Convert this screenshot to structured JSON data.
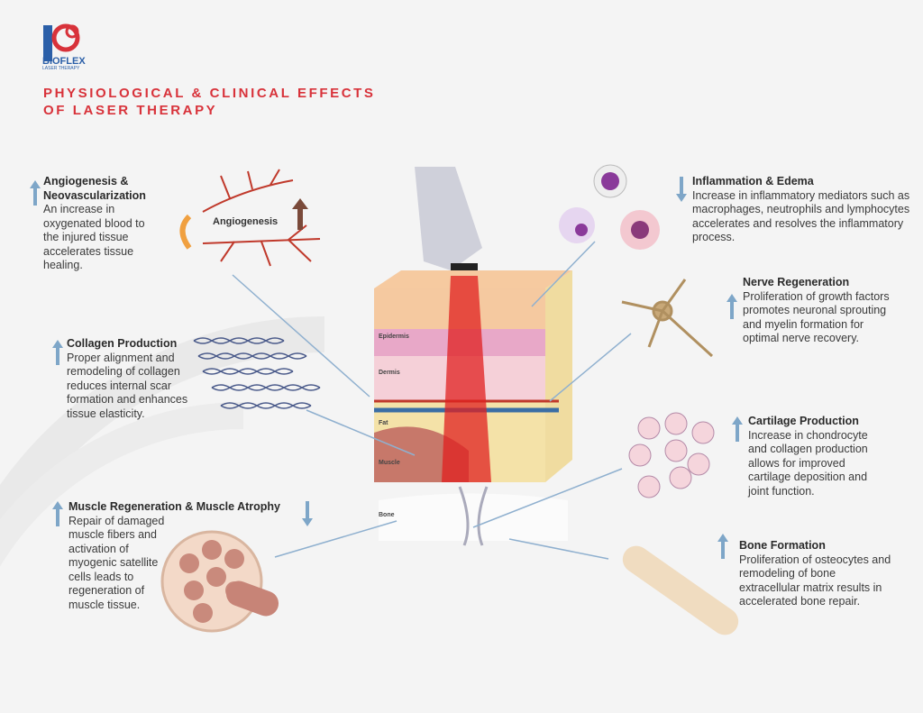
{
  "logo": {
    "brand": "BIOFLEX",
    "sub": "LASER THERAPY"
  },
  "title": {
    "line1": "PHYSIOLOGICAL & CLINICAL EFFECTS",
    "line2": "OF LASER THERAPY"
  },
  "colors": {
    "accent": "#d8323a",
    "arrow": "#7ea6c8",
    "text": "#3a3a3a"
  },
  "effects": [
    {
      "title": "Angiogenesis & Neovascularization",
      "text": "An increase in oxygenated blood to the injured tissue accelerates tissue healing.",
      "direction": "up"
    },
    {
      "title": "Collagen Production",
      "text": "Proper alignment and remodeling of collagen reduces internal scar formation and enhances tissue elasticity.",
      "direction": "up"
    },
    {
      "title": "Muscle Regeneration & Muscle Atrophy",
      "text": "Repair of damaged muscle fibers and activation of myogenic satellite cells leads to regeneration of muscle tissue.",
      "direction": "up-down"
    },
    {
      "title": "Inflammation & Edema",
      "text": "Increase in inflammatory mediators such as macrophages, neutrophils and lymphocytes accelerates and resolves the inflammatory process.",
      "direction": "down"
    },
    {
      "title": "Nerve Regeneration",
      "text": "Proliferation of growth factors promotes neuronal sprouting and myelin formation for optimal nerve recovery.",
      "direction": "up"
    },
    {
      "title": "Cartilage Production",
      "text": "Increase in chondrocyte and collagen production allows for improved cartilage deposition and joint function.",
      "direction": "up"
    },
    {
      "title": "Bone Formation",
      "text": "Proliferation of osteocytes and remodeling of bone extracellular matrix results in accelerated bone repair.",
      "direction": "up"
    }
  ],
  "illustration": {
    "angiogenesis_label": "Angiogenesis",
    "layers": [
      "Epidermis",
      "Dermis",
      "Fat",
      "Muscle",
      "Bone"
    ]
  }
}
